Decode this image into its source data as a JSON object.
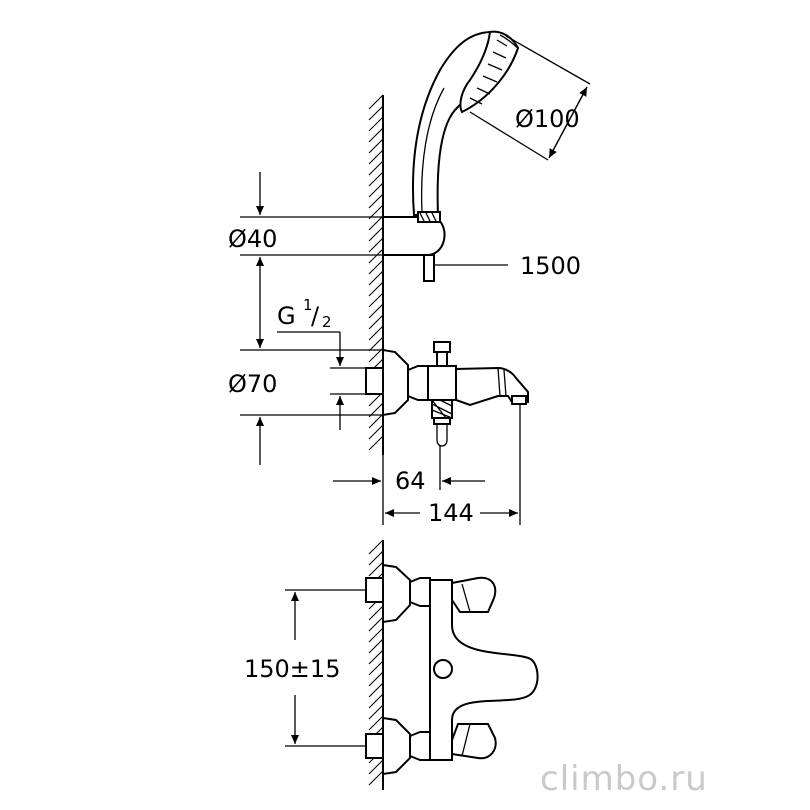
{
  "dimensions": {
    "shower_head_diameter": "Ø100",
    "holder_diameter": "Ø40",
    "hose_length": "1500",
    "thread": "G",
    "thread_fraction_num": "1",
    "thread_fraction_den": "2",
    "flange_diameter": "Ø70",
    "projection_inner": "64",
    "projection_total": "144",
    "center_distance": "150±15"
  },
  "watermark": "climbo.ru"
}
